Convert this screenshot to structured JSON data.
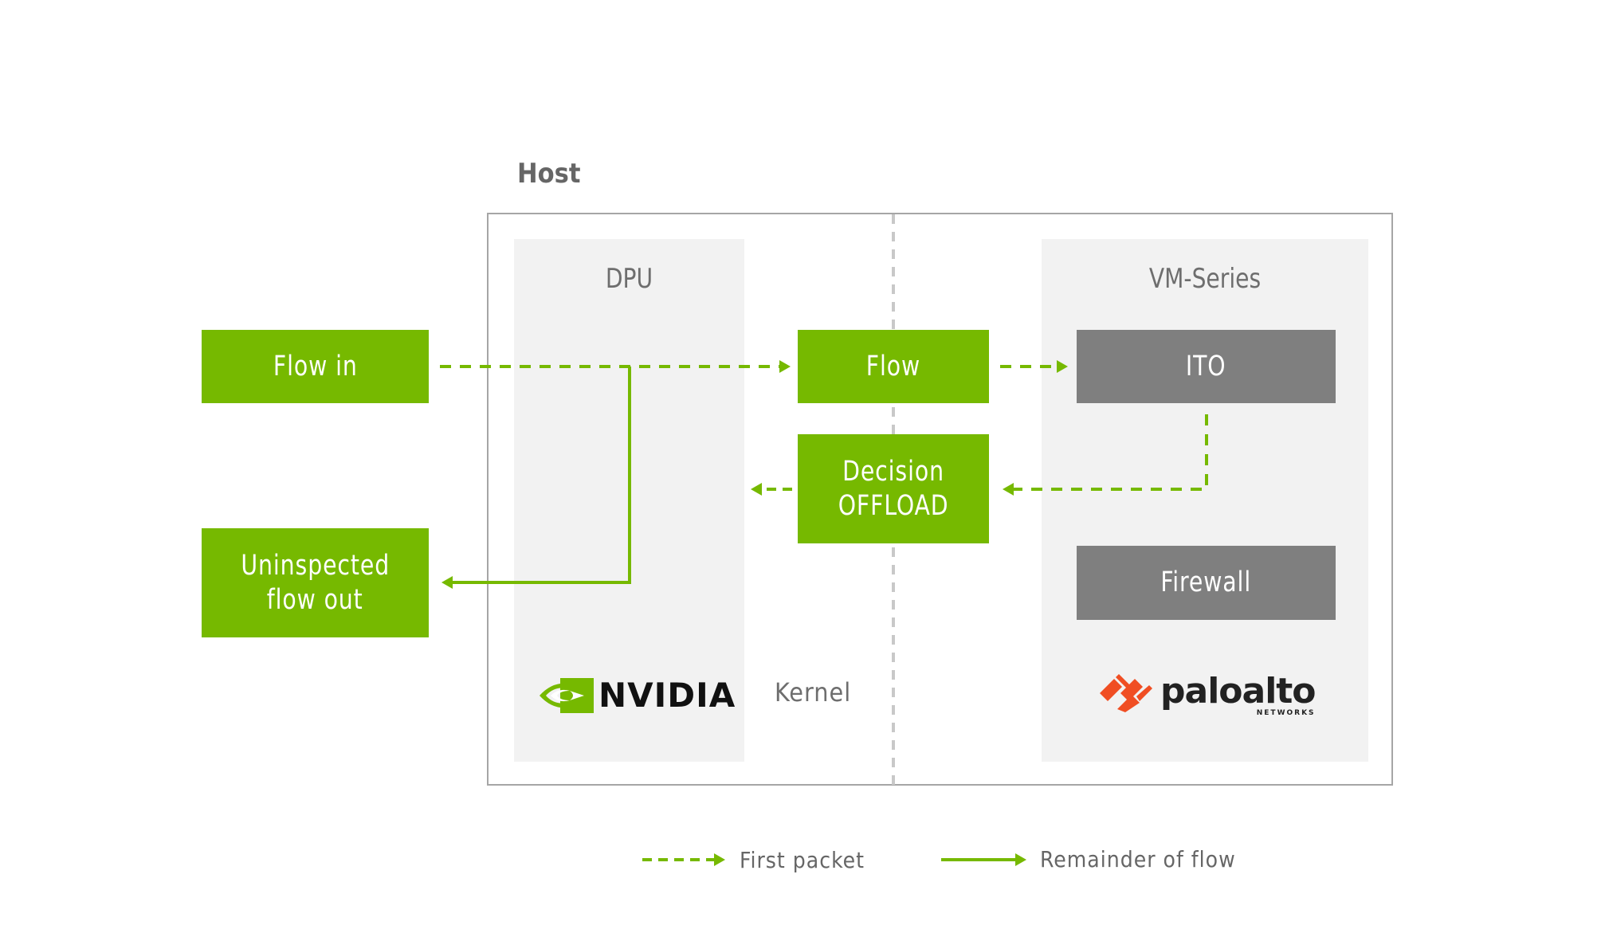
{
  "host": {
    "label": "Host"
  },
  "panels": {
    "dpu": {
      "title": "DPU",
      "logo": "NVIDIA"
    },
    "vm": {
      "title": "VM-Series",
      "logo": "paloalto",
      "logo_sub": "NETWORKS"
    }
  },
  "kernel_label": "Kernel",
  "boxes": {
    "flow_in": "Flow in",
    "uninspected_line1": "Uninspected",
    "uninspected_line2": "flow out",
    "flow": "Flow",
    "decision_line1": "Decision",
    "decision_line2": "OFFLOAD",
    "ito": "ITO",
    "firewall": "Firewall"
  },
  "legend": {
    "first_packet": "First packet",
    "remainder": "Remainder of flow"
  },
  "colors": {
    "accent_green": "#76b900",
    "box_gray": "#7f7f7f",
    "panel_bg": "#f2f2f2",
    "paloalto_orange": "#f04e23"
  }
}
